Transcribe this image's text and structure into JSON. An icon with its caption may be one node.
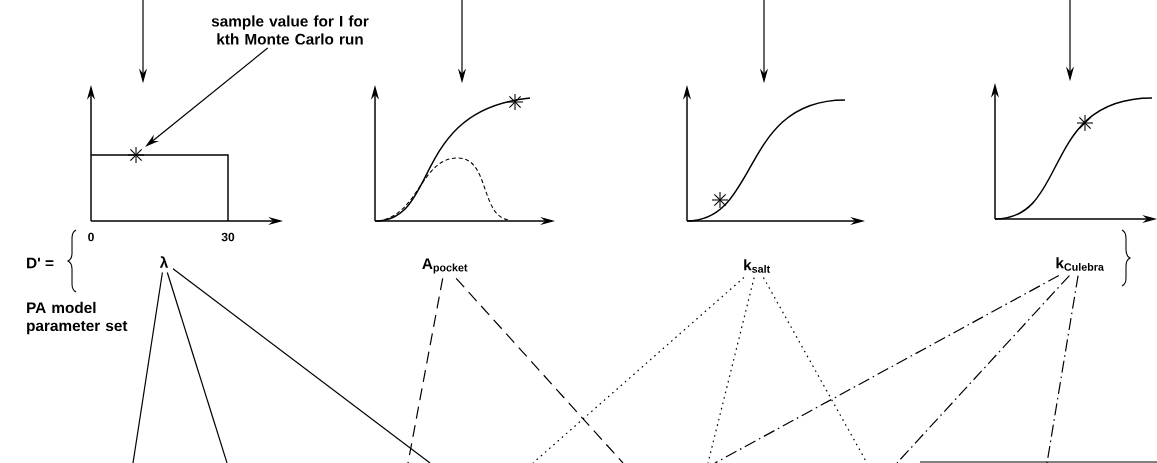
{
  "diagram": {
    "nodes": [
      {
        "text": [],
        "shape": "picture"
      },
      {
        "text": [],
        "shape": "picture"
      },
      {
        "text": [],
        "shape": "picture"
      },
      {
        "text": [],
        "shape": "picture"
      },
      {
        "text": [
          "sample value for I for kth Monte Carlo run"
        ]
      },
      {
        "text": [
          "λ"
        ]
      },
      {
        "text": [
          "A$_{pocket}$"
        ]
      },
      {
        "text": [
          "k$_{salt}$"
        ]
      },
      {
        "text": [
          "k$_{Culebra}$"
        ]
      }
    ],
    "edges": [
      {
        "from": null,
        "to": 0,
        "arrow": "to"
      },
      {
        "from": null,
        "to": 1,
        "arrow": "to"
      },
      {
        "from": null,
        "to": 2,
        "arrow": "to"
      },
      {
        "from": null,
        "to": 3,
        "arrow": "to"
      },
      {
        "from": 4,
        "to": 0,
        "arrow": "to"
      },
      {
        "from": 5,
        "to": null,
        "arrow": "none"
      },
      {
        "from": 5,
        "to": null,
        "arrow": "none"
      },
      {
        "from": 5,
        "to": null,
        "arrow": "none"
      },
      {
        "from": 6,
        "to": null,
        "arrow": "none",
        "style": "dashed"
      },
      {
        "from": 6,
        "to": null,
        "arrow": "none",
        "style": "dashed"
      },
      {
        "from": 7,
        "to": null,
        "arrow": "none",
        "style": "dashed"
      },
      {
        "from": 7,
        "to": null,
        "arrow": "none",
        "style": "dashed"
      },
      {
        "from": 7,
        "to": null,
        "arrow": "none",
        "style": "dashed"
      },
      {
        "from": 8,
        "to": null,
        "arrow": "none",
        "style": "dashed"
      },
      {
        "from": 8,
        "to": null,
        "arrow": "none",
        "style": "dashed"
      },
      {
        "from": 8,
        "to": null,
        "arrow": "none",
        "style": "dashed"
      }
    ],
    "labels": [
      "0",
      "30",
      "D' =",
      "PA model parameter set"
    ]
  }
}
